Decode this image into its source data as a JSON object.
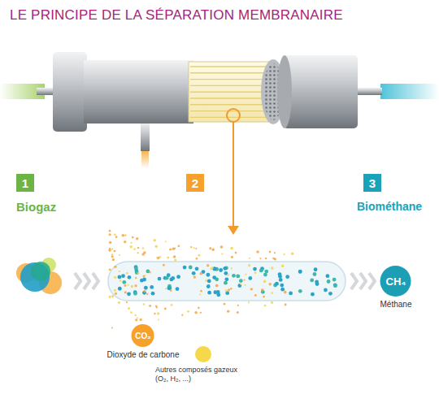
{
  "diagram": {
    "title": "LE PRINCIPE DE LA SÉPARATION MEMBRANAIRE",
    "nodes": [
      {
        "text": [
          "1",
          "Biogaz"
        ]
      },
      {
        "text": [
          "2"
        ]
      },
      {
        "text": [
          "3",
          "Biométhane"
        ]
      },
      {
        "text": [
          "CH₄",
          "Méthane"
        ]
      },
      {
        "text": [
          "CO₂",
          "Dioxyde de carbone"
        ]
      },
      {
        "text": [
          "Autres composés gazeux (O₂, H₂, ...)"
        ]
      }
    ]
  }
}
